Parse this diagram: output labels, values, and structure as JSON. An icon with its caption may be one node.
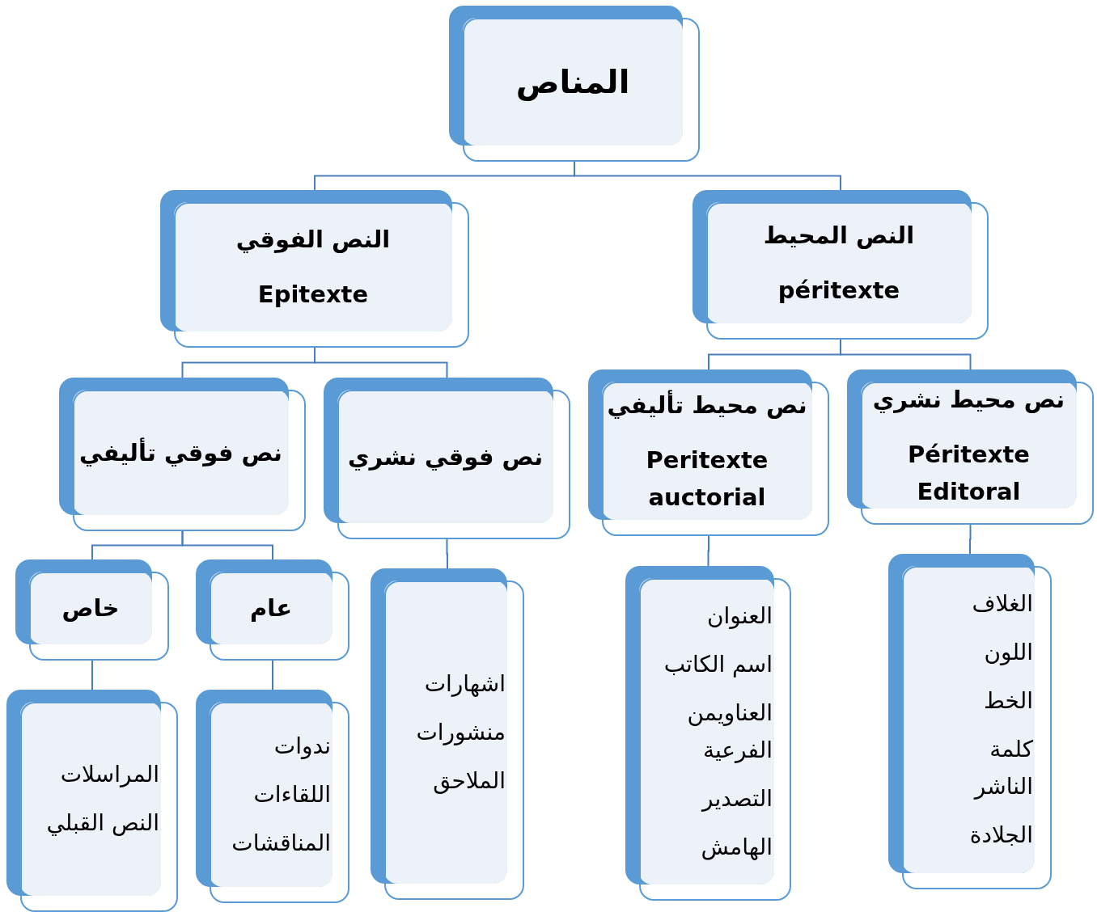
{
  "diagram": {
    "nodes": [
      {
        "text": [
          "المناص"
        ]
      },
      {
        "text": [
          "النص الفوقي",
          "Epitexte"
        ]
      },
      {
        "text": [
          "النص المحيط",
          "péritexte"
        ]
      },
      {
        "text": [
          "نص فوقي تأليفي"
        ]
      },
      {
        "text": [
          "نص فوقي نشري"
        ]
      },
      {
        "text": [
          "نص محيط تأليفي",
          "Peritexte auctorial"
        ]
      },
      {
        "text": [
          "نص محيط نشري",
          "Péritexte Editoral"
        ]
      },
      {
        "text": [
          "خاص"
        ]
      },
      {
        "text": [
          "عام"
        ]
      },
      {
        "text": [
          "المراسلات",
          "النص القبلي"
        ]
      },
      {
        "text": [
          "ندوات",
          "اللقاءات",
          "المناقشات"
        ]
      },
      {
        "text": [
          "اشهارات",
          "منشورات",
          "الملاحق"
        ]
      },
      {
        "text": [
          "العنوان",
          "اسم الكاتب",
          "العناويمن الفرعية",
          "التصدير",
          "الهامش"
        ]
      },
      {
        "text": [
          "الغلاف",
          "اللون",
          "الخط",
          "كلمة الناشر",
          "الجلادة"
        ]
      }
    ],
    "edges": [
      {
        "from": 0,
        "to": 1,
        "arrow": "none"
      },
      {
        "from": 0,
        "to": 2,
        "arrow": "none"
      },
      {
        "from": 1,
        "to": 3,
        "arrow": "none"
      },
      {
        "from": 1,
        "to": 4,
        "arrow": "none"
      },
      {
        "from": 2,
        "to": 5,
        "arrow": "none"
      },
      {
        "from": 2,
        "to": 6,
        "arrow": "none"
      },
      {
        "from": 3,
        "to": 7,
        "arrow": "none"
      },
      {
        "from": 3,
        "to": 8,
        "arrow": "none"
      },
      {
        "from": 7,
        "to": 9,
        "arrow": "none"
      },
      {
        "from": 8,
        "to": 10,
        "arrow": "none"
      },
      {
        "from": 4,
        "to": 11,
        "arrow": "none"
      },
      {
        "from": 5,
        "to": 12,
        "arrow": "none"
      },
      {
        "from": 6,
        "to": 13,
        "arrow": "none"
      }
    ]
  }
}
